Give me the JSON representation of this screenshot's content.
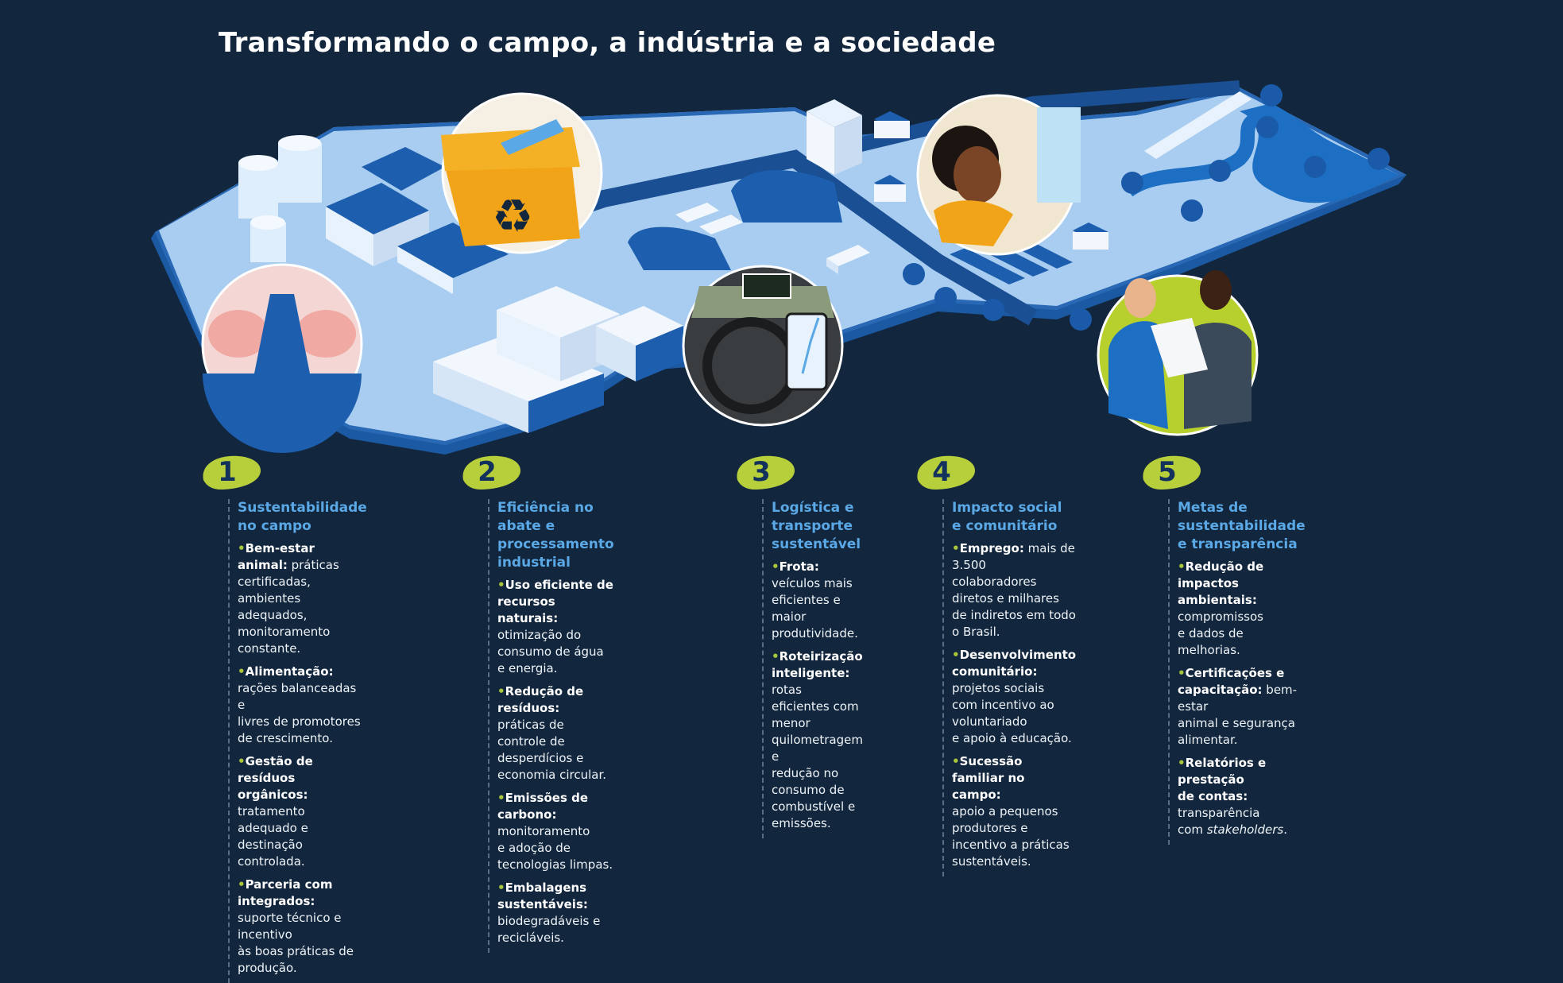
{
  "title": "Transformando o campo, a indústria e a sociedade",
  "colors": {
    "background": "#12263d",
    "heading": "#5aa9e6",
    "badge": "#b7cf3b",
    "badge_text": "#12315c",
    "bullet_dot": "#a9c63a",
    "platform_light": "#a9cdf0",
    "platform_dark": "#1d5fae"
  },
  "illustration": {
    "icons": [
      "pig-icon",
      "recycle-icon",
      "steering-wheel-icon",
      "gps-phone-icon",
      "woman-writing-icon",
      "handshake-people-icon",
      "silo-icon",
      "factory-icon",
      "truck-icon",
      "house-icon",
      "tree-icon",
      "road-sign-icon"
    ]
  },
  "columns": [
    {
      "number": "1",
      "heading": "Sustentabilidade no campo",
      "bullets": [
        {
          "label": "Bem-estar animal:",
          "text": " práticas\ncertificadas, ambientes adequados,\nmonitoramento constante."
        },
        {
          "label": "Alimentação:",
          "text": " rações balanceadas e\nlivres de promotores de crescimento."
        },
        {
          "label": "Gestão de resíduos orgânicos:",
          "text": "\ntratamento adequado e\ndestinação controlada."
        },
        {
          "label": "Parceria com integrados:",
          "text": "\nsuporte técnico e incentivo\nàs boas práticas de produção."
        }
      ]
    },
    {
      "number": "2",
      "heading": "Eficiência no abate e\nprocessamento industrial",
      "bullets": [
        {
          "label": "Uso eficiente de recursos\nnaturais:",
          "text": " otimização do\nconsumo de água e energia."
        },
        {
          "label": "Redução de resíduos:",
          "text": "\npráticas de controle de\ndesperdícios e economia circular."
        },
        {
          "label": "Emissões de carbono:",
          "text": " monitoramento\ne adoção de tecnologias limpas."
        },
        {
          "label": "Embalagens sustentáveis:",
          "text": "\nbiodegradáveis e recicláveis."
        }
      ]
    },
    {
      "number": "3",
      "heading": "Logística e\ntransporte\nsustentável",
      "bullets": [
        {
          "label": "Frota:",
          "text": " veículos mais\neficientes e maior\nprodutividade."
        },
        {
          "label": "Roteirização\ninteligente:",
          "text": " rotas\neficientes com menor\nquilometragem e\nredução no consumo de\ncombustível e emissões."
        }
      ]
    },
    {
      "number": "4",
      "heading": "Impacto social\ne comunitário",
      "bullets": [
        {
          "label": "Emprego:",
          "text": " mais de 3.500\ncolaboradores diretos e milhares\nde indiretos em todo o Brasil."
        },
        {
          "label": "Desenvolvimento\ncomunitário:",
          "text": " projetos sociais\ncom incentivo ao voluntariado\ne apoio à educação."
        },
        {
          "label": "Sucessão familiar no campo:",
          "text": "\napoio a pequenos produtores e\nincentivo a práticas sustentáveis."
        }
      ]
    },
    {
      "number": "5",
      "heading": "Metas de\nsustentabilidade\ne transparência",
      "bullets": [
        {
          "label": "Redução de impactos\nambientais:",
          "text": " compromissos\ne dados de melhorias."
        },
        {
          "label": "Certificações e\ncapacitação:",
          "text": " bem-estar\nanimal e segurança alimentar."
        },
        {
          "label": "Relatórios e prestação\nde contas:",
          "text": " transparência\ncom ",
          "emphasis": "stakeholders",
          "tail": "."
        }
      ]
    }
  ]
}
